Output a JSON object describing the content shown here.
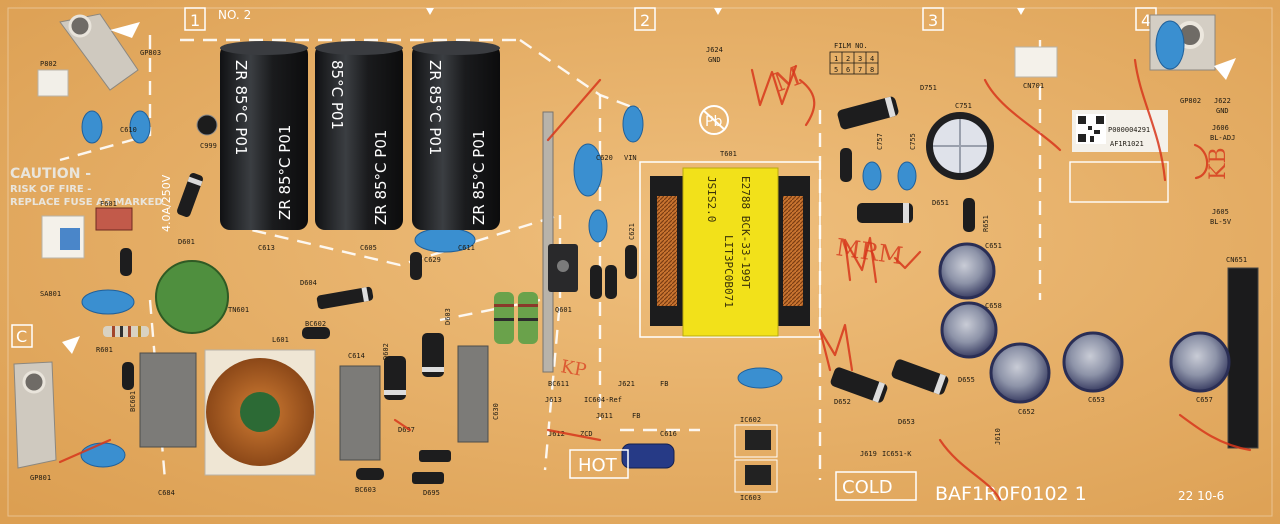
{
  "board": {
    "section_numbers": [
      "1",
      "2",
      "3",
      "4"
    ],
    "section_letters": [
      "C"
    ],
    "subtitle": "NO. 2",
    "part_number": "BAF1R0F0102 1",
    "date_code": "22 10-6",
    "hot_label": "HOT",
    "cold_label": "COLD",
    "film_label": "FILM NO.",
    "film_digits": [
      "1",
      "2",
      "3",
      "4",
      "5",
      "6",
      "7",
      "8"
    ],
    "qr_text": "P000004291",
    "sticker_code": "AF1R1021"
  },
  "caution": {
    "title": "CAUTION -",
    "line1": "RISK OF FIRE -",
    "line2": "REPLACE FUSE AS MARKED",
    "rating": "4.0A/250V"
  },
  "capacitor_text": {
    "main": "ZR 85°C P01",
    "alt": "85°C P01"
  },
  "transformer_text": {
    "line1": "LIT3PC0B071",
    "line2": "E2788 BCK-33-199T",
    "line3": "JSIS2.0"
  },
  "labels": {
    "gp803": "GP803",
    "gp802": "GP802",
    "gp801": "GP801",
    "p802": "P802",
    "f601": "F601",
    "c613": "C613",
    "c605": "C605",
    "c611": "C611",
    "c629": "C629",
    "c999": "C999",
    "c610": "C610",
    "d601": "D601",
    "d604": "D604",
    "sa801": "SA801",
    "tn601": "TN601",
    "bc602": "BC602",
    "r601": "R601",
    "l601": "L601",
    "bc601": "BC601",
    "c684": "C684",
    "c614": "C614",
    "d602": "D602",
    "d603": "D603",
    "d697": "D697",
    "d695": "D695",
    "bc603": "BC603",
    "c630": "C630",
    "q601": "Q601",
    "c620": "C620",
    "c621": "C621",
    "vin": "VIN",
    "bc611": "BC611",
    "j621": "J621",
    "fb_label": "FB",
    "j613": "J613",
    "ic604_ref": "IC604-Ref",
    "j611": "J611",
    "j612": "J612",
    "zcd": "ZCD",
    "c616": "C616",
    "t601": "T601",
    "ic602": "IC602",
    "ic603": "IC603",
    "j624": "J624",
    "gnd": "GND",
    "d751": "D751",
    "c751": "C751",
    "c757": "C757",
    "c755": "C755",
    "d651": "D651",
    "r651": "R651",
    "c651": "C651",
    "c658": "C658",
    "c652": "C652",
    "c653": "C653",
    "c657": "C657",
    "d652": "D652",
    "d653": "D653",
    "d655": "D655",
    "cn701": "CN701",
    "cn651": "CN651",
    "j622": "J622",
    "j606": "J606",
    "bl_adj": "BL-ADJ",
    "j605": "J605",
    "bl_5v": "BL-5V",
    "j610": "J610",
    "ic651_k": "IC651-K",
    "j619": "J619"
  },
  "handwriting": {
    "m": "M",
    "kb": "KB",
    "mrm": "MRM",
    "kp": "KP"
  },
  "colors": {
    "board": "#e2a85e",
    "board_light": "#efc285",
    "silkscreen": "#ffffff",
    "capacitor_body": "#25272a",
    "y_cap": "#3a8fd0",
    "pen": "#d7361b",
    "transformer_tape": "#f2e11a",
    "copper": "#c87430"
  },
  "icons": [
    "pb-free-icon",
    "arrow-icon",
    "mounting-hole-icon"
  ]
}
